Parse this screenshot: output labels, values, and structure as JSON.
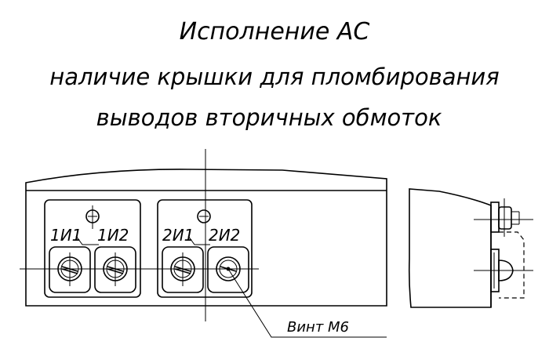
{
  "title": {
    "line1": "Исполнение АС",
    "line2": "наличие крышки для пломбирования",
    "line3": "выводов вторичных обмоток"
  },
  "terminals": {
    "group1_left": "1И1",
    "group1_right": "1И2",
    "group2_left": "2И1",
    "group2_right": "2И2"
  },
  "callout": {
    "label": "Винт М6"
  }
}
